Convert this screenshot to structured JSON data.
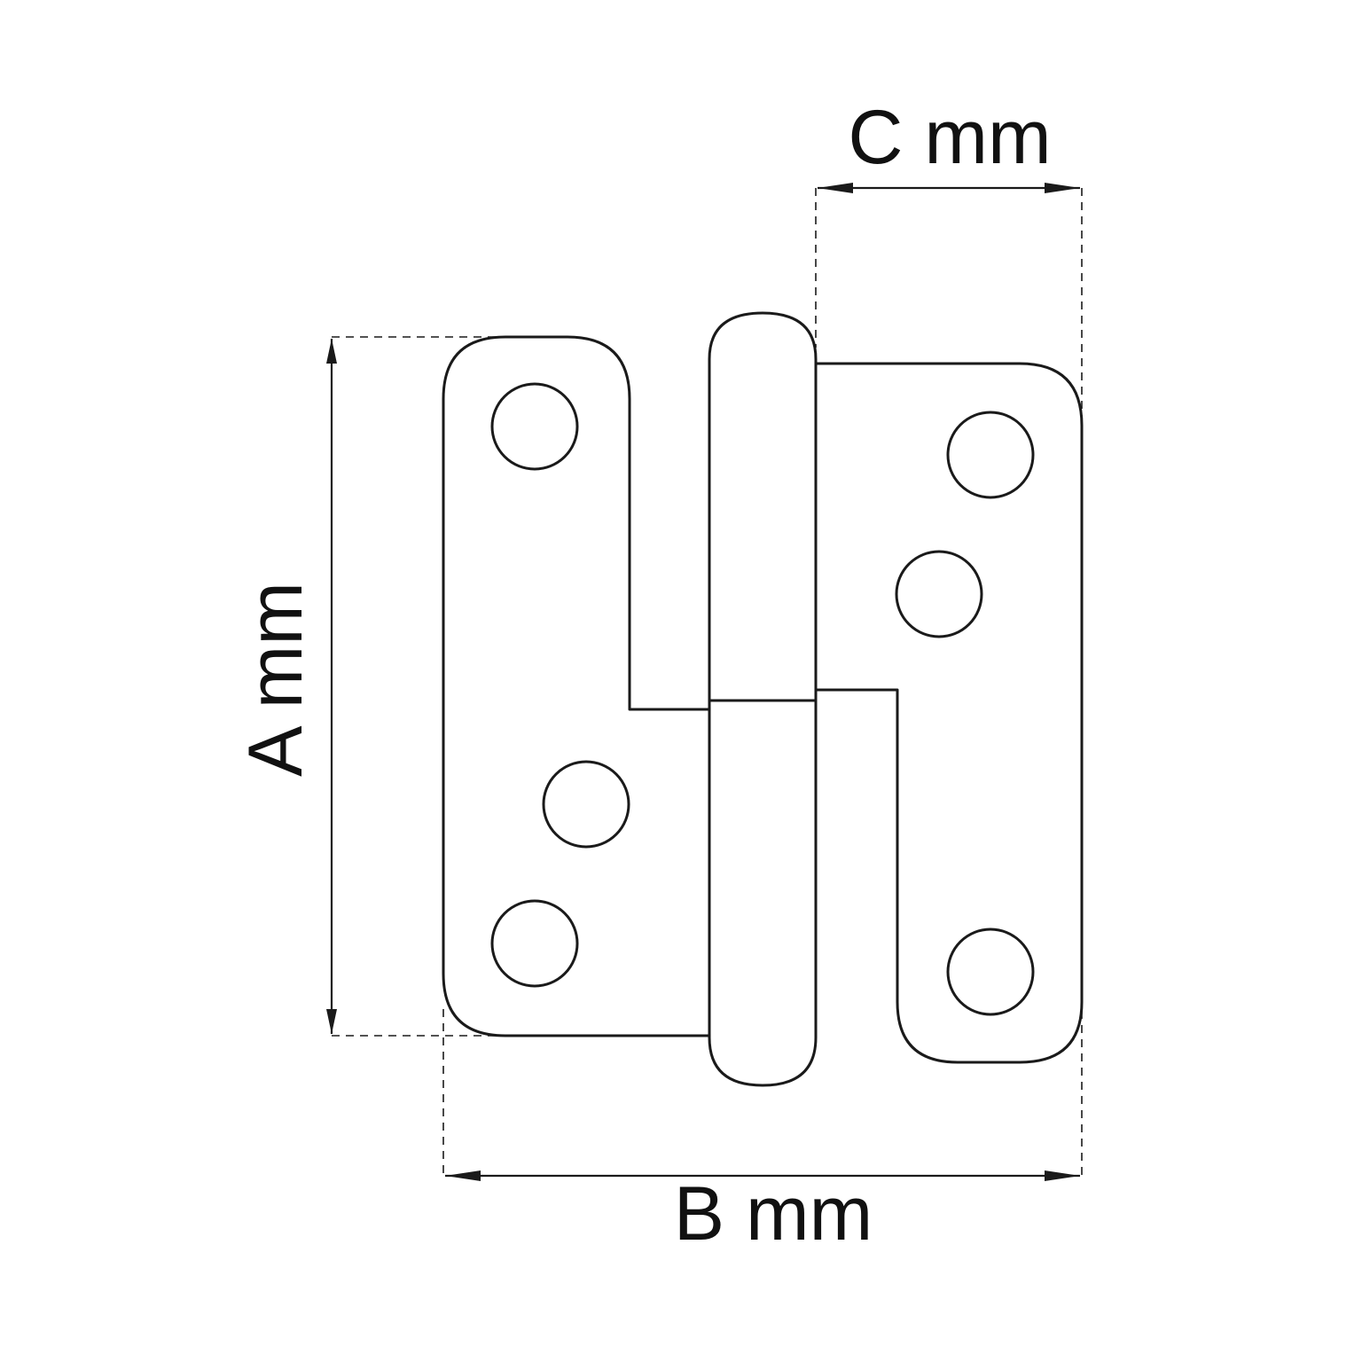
{
  "diagram": {
    "colors": {
      "line": "#1a1a1a",
      "text": "#111111",
      "background": "#ffffff"
    },
    "labels": {
      "a": "A mm",
      "b": "B mm",
      "c": "C mm"
    }
  }
}
